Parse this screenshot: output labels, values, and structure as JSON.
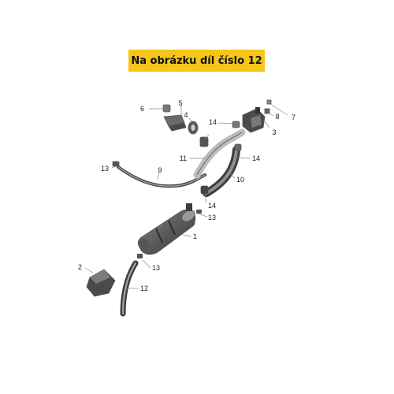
{
  "banner": {
    "text": "Na obrázku díl číslo 12"
  },
  "callouts": {
    "c1": "1",
    "c2": "2",
    "c3": "3",
    "c4": "4",
    "c5": "5",
    "c6": "6",
    "c7": "7",
    "c8": "8",
    "c9": "9",
    "c10": "10",
    "c11": "11",
    "c12": "12",
    "c13a": "13",
    "c13b": "13",
    "c13c": "13",
    "c14a": "14",
    "c14b": "14",
    "c14c": "14"
  },
  "colors": {
    "banner": "#f5c518",
    "part_dark": "#3a3a3a",
    "part_mid": "#6b6b6b",
    "part_light": "#bdbdbd"
  }
}
